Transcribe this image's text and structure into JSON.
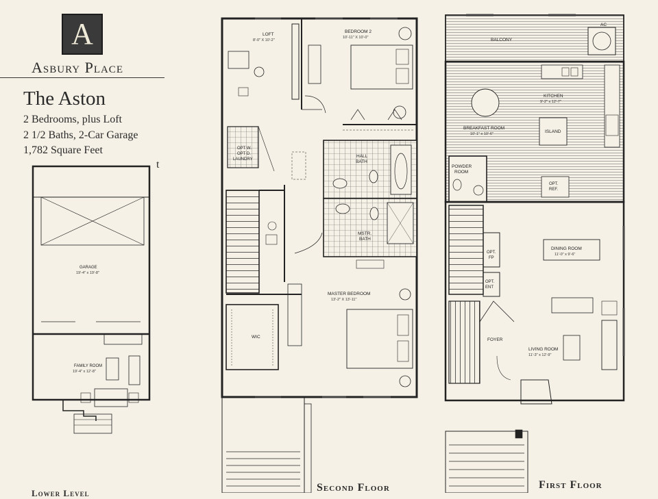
{
  "brand": {
    "logo_letter": "A",
    "name": "Asbury Place"
  },
  "model": {
    "name": "The Aston",
    "specs": [
      "2 Bedrooms, plus Loft",
      "2 1/2 Baths, 2-Car Garage",
      "1,782 Square Feet"
    ]
  },
  "stray_mark": "t",
  "lower_level": {
    "title_fragment": "Lower Level",
    "rooms": [
      {
        "name": "GARAGE",
        "dims": "19'-4\" x 19'-8\""
      },
      {
        "name": "FAMILY ROOM",
        "dims": "19'-4\" x 12'-8\""
      }
    ]
  },
  "second_floor": {
    "title": "Second Floor",
    "rooms": [
      {
        "name": "LOFT",
        "dims": "8'-0\" X 10'-2\""
      },
      {
        "name": "BEDROOM 2",
        "dims": "10'-11\" X 10'-0\""
      },
      {
        "name": "OPT W.",
        "line2": "OPT D.",
        "line3": "LAUNDRY"
      },
      {
        "name": "HALL",
        "line2": "BATH"
      },
      {
        "name": "MSTR.",
        "line2": "BATH"
      },
      {
        "name": "MASTER BEDROOM",
        "dims": "13'-2\" X 13'-11\""
      },
      {
        "name": "WIC"
      }
    ]
  },
  "first_floor": {
    "title": "First Floor",
    "rooms": [
      {
        "name": "AC"
      },
      {
        "name": "BALCONY"
      },
      {
        "name": "KITCHEN",
        "dims": "9'-2\" x 12'-7\""
      },
      {
        "name": "BREAKFAST ROOM",
        "dims": "10'-1\" x 10'-6\""
      },
      {
        "name": "ISLAND"
      },
      {
        "name": "POWDER",
        "line2": "ROOM"
      },
      {
        "name": "OPT.",
        "line2": "REF."
      },
      {
        "name": "DINING ROOM",
        "dims": "11'-0\" x 9'-6\""
      },
      {
        "name": "OPT.",
        "line2": "FP"
      },
      {
        "name": "OPT.",
        "line2": "ENT"
      },
      {
        "name": "FOYER"
      },
      {
        "name": "LIVING ROOM",
        "dims": "11'-3\" x 12'-9\""
      }
    ]
  }
}
